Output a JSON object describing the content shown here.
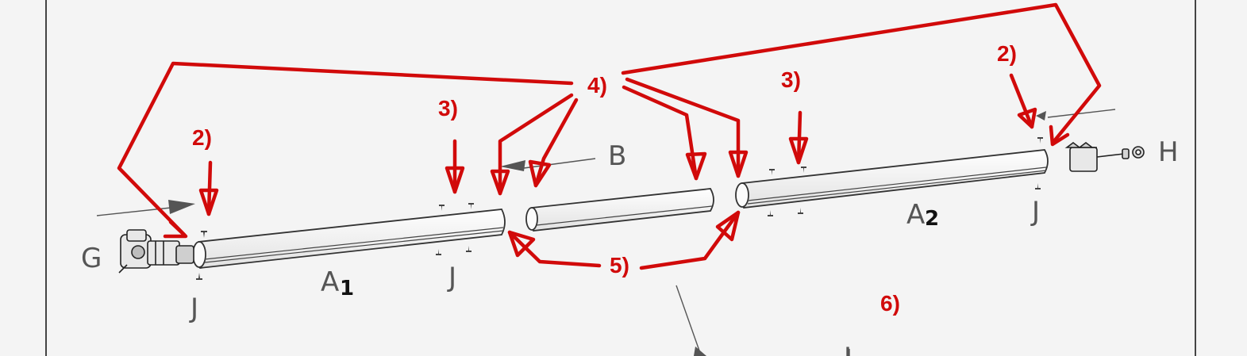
{
  "colors": {
    "annotation": "#d10a0a",
    "drawing": "#555555",
    "paper": "#f4f4f4"
  },
  "letters": {
    "g": "G",
    "h": "H",
    "b": "B",
    "a1": "A",
    "a1_sub": "1",
    "a2": "A",
    "a2_sub": "2",
    "j1": "J",
    "j2": "J",
    "j3": "J",
    "j_bottom": "J"
  },
  "steps": {
    "s2_left": "2)",
    "s3_left": "3)",
    "s4": "4)",
    "s3_right": "3)",
    "s2_right": "2)",
    "s5": "5)",
    "s6": "6)"
  },
  "icons": {
    "motor": "motor-g-icon",
    "endcap": "end-cap-h-icon",
    "screw": "screw-icon"
  }
}
